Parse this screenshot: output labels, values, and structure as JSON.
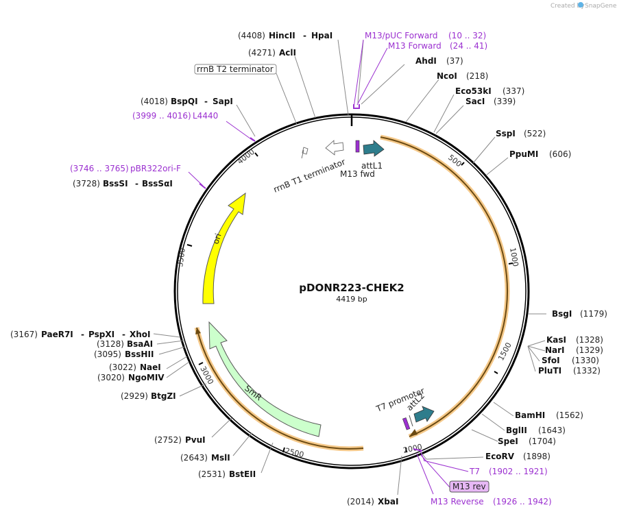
{
  "credit": {
    "text": "Created by",
    "brand": "SnapGene"
  },
  "plasmid": {
    "name": "pDONR223-CHEK2",
    "size": "4419 bp"
  },
  "ticks": [
    "500",
    "1000",
    "1500",
    "2000",
    "2500",
    "3000",
    "3500",
    "4000"
  ],
  "enzymes": {
    "hincii_hpai": {
      "pos": "(4408)",
      "name1": "HincII",
      "sep": "-",
      "name2": "HpaI"
    },
    "acli": {
      "pos": "(4271)",
      "name": "AclI"
    },
    "bspqi_sapi": {
      "pos": "(4018)",
      "name1": "BspQI",
      "sep": "-",
      "name2": "SapI"
    },
    "bsssi": {
      "pos": "(3728)",
      "name1": "BssSI",
      "sep": "-",
      "name2": "BssSαI"
    },
    "ahdi": {
      "name": "AhdI",
      "pos": "(37)"
    },
    "ncoi": {
      "name": "NcoI",
      "pos": "(218)"
    },
    "eco53ki": {
      "name": "Eco53kI",
      "pos": "(337)"
    },
    "saci": {
      "name": "SacI",
      "pos": "(339)"
    },
    "sspi": {
      "name": "SspI",
      "pos": "(522)"
    },
    "ppumi": {
      "name": "PpuMI",
      "pos": "(606)"
    },
    "bsgi": {
      "name": "BsgI",
      "pos": "(1179)"
    },
    "kasi": {
      "name": "KasI",
      "pos": "(1328)"
    },
    "nari": {
      "name": "NarI",
      "pos": "(1329)"
    },
    "sfoi": {
      "name": "SfoI",
      "pos": "(1330)"
    },
    "pluti": {
      "name": "PluTI",
      "pos": "(1332)"
    },
    "bamhi": {
      "name": "BamHI",
      "pos": "(1562)"
    },
    "bglii": {
      "name": "BglII",
      "pos": "(1643)"
    },
    "spei": {
      "name": "SpeI",
      "pos": "(1704)"
    },
    "ecorv": {
      "name": "EcoRV",
      "pos": "(1898)"
    },
    "xbai": {
      "pos": "(2014)",
      "name": "XbaI"
    },
    "paer7i": {
      "pos": "(3167)",
      "name1": "PaeR7I",
      "sep1": "-",
      "name2": "PspXI",
      "sep2": "-",
      "name3": "XhoI"
    },
    "bsaai": {
      "pos": "(3128)",
      "name": "BsaAI"
    },
    "bsshii": {
      "pos": "(3095)",
      "name": "BssHII"
    },
    "naei": {
      "pos": "(3022)",
      "name": "NaeI"
    },
    "ngomiv": {
      "pos": "(3020)",
      "name": "NgoMIV"
    },
    "btgzi": {
      "pos": "(2929)",
      "name": "BtgZI"
    },
    "pvui": {
      "pos": "(2752)",
      "name": "PvuI"
    },
    "msli": {
      "pos": "(2643)",
      "name": "MslI"
    },
    "bstEII": {
      "pos": "(2531)",
      "name": "BstEII"
    }
  },
  "primers": {
    "m13puc": {
      "name": "M13/pUC Forward",
      "range": "(10 .. 32)"
    },
    "m13fwd_outer": {
      "name": "M13 Forward",
      "range": "(24 .. 41)"
    },
    "l4440": {
      "range": "(3999 .. 4016)",
      "name": "L4440"
    },
    "pbr322": {
      "range": "(3746 .. 3765)",
      "name": "pBR322ori-F"
    },
    "t7": {
      "name": "T7",
      "range": "(1902 .. 1921)"
    },
    "m13rev_box": "M13 rev",
    "m13reverse": {
      "name": "M13 Reverse",
      "range": "(1926 .. 1942)"
    }
  },
  "features": {
    "rrnb_t2": "rrnB T2 terminator",
    "rrnb_t1": "rrnB T1 terminator",
    "attl1": "attL1",
    "m13fwd": "M13 fwd",
    "t7promoter": "T7 promoter",
    "attl2": "attL2",
    "ori": "ori",
    "smr": "SmR"
  },
  "colors": {
    "backbone": "#000000",
    "insert": "#f0a020",
    "ori": "#ffff00",
    "smr": "#ccffcc",
    "att": "#2e7d8c",
    "primer": "#9b30d0",
    "primer_box": "#e7b8f5"
  }
}
